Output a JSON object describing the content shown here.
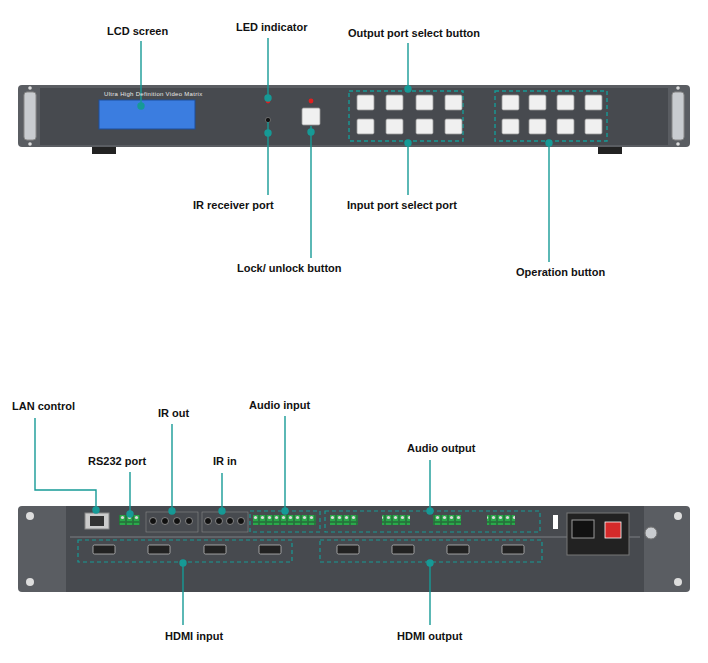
{
  "diagram": {
    "labels": [
      "LCD screen",
      "LED indicator",
      "Output port select button",
      "IR receiver port",
      "Input port select port",
      "Lock/ unlock button",
      "Operation button",
      "LAN control",
      "IR out",
      "Audio input",
      "RS232 port",
      "IR in",
      "Audio output",
      "HDMI input",
      "HDMI output",
      "Ultra High Definition Video Matrix"
    ]
  }
}
